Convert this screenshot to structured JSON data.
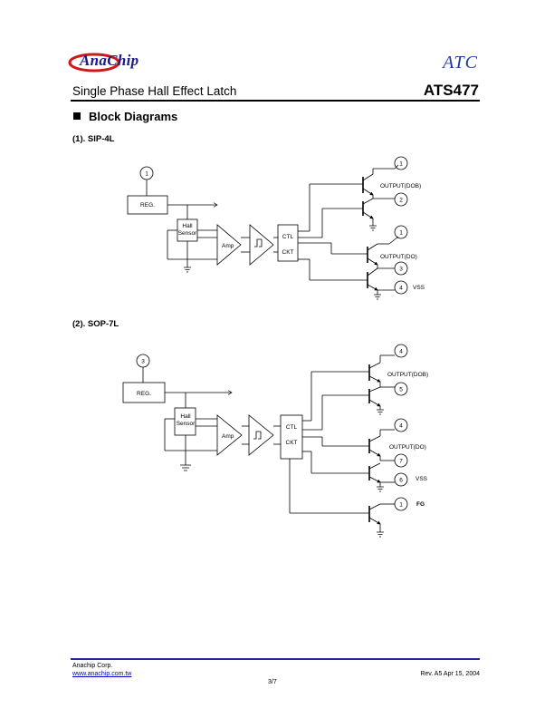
{
  "header": {
    "logo_text": "AnaChip",
    "brand": "ATC",
    "doc_title": "Single Phase Hall Effect Latch",
    "part_number": "ATS477"
  },
  "section": {
    "title": "Block Diagrams"
  },
  "sip4l": {
    "title": "(1). SIP-4L",
    "reg_label": "REG.",
    "hall_line1": "Hall",
    "hall_line2": "Sensor",
    "amp_label": "Amp",
    "ctl_label": "CTL",
    "ckt_label": "CKT",
    "pin_reg": "1",
    "pin_top": "1",
    "pin_dob": "2",
    "pin_mid": "1",
    "pin_do": "3",
    "pin_vss": "4",
    "output_dob": "OUTPUT(DOB)",
    "output_do": "OUTPUT(DO)",
    "vss": "VSS"
  },
  "sop7l": {
    "title": "(2). SOP-7L",
    "reg_label": "REG.",
    "hall_line1": "Hall",
    "hall_line2": "Sensor",
    "amp_label": "Amp",
    "ctl_label": "CTL",
    "ckt_label": "CKT",
    "pin_reg": "3",
    "pin_top": "4",
    "pin_dob": "5",
    "pin_mid": "4",
    "pin_do": "7",
    "pin_vss": "6",
    "pin_fg": "1",
    "output_dob": "OUTPUT(DOB)",
    "output_do": "OUTPUT(DO)",
    "vss": "VSS",
    "fg": "FG"
  },
  "footer": {
    "company": "Anachip Corp.",
    "website": "www.anachip.com.tw",
    "revision": "Rev. A5    Apr 15, 2004",
    "page": "3/7"
  }
}
